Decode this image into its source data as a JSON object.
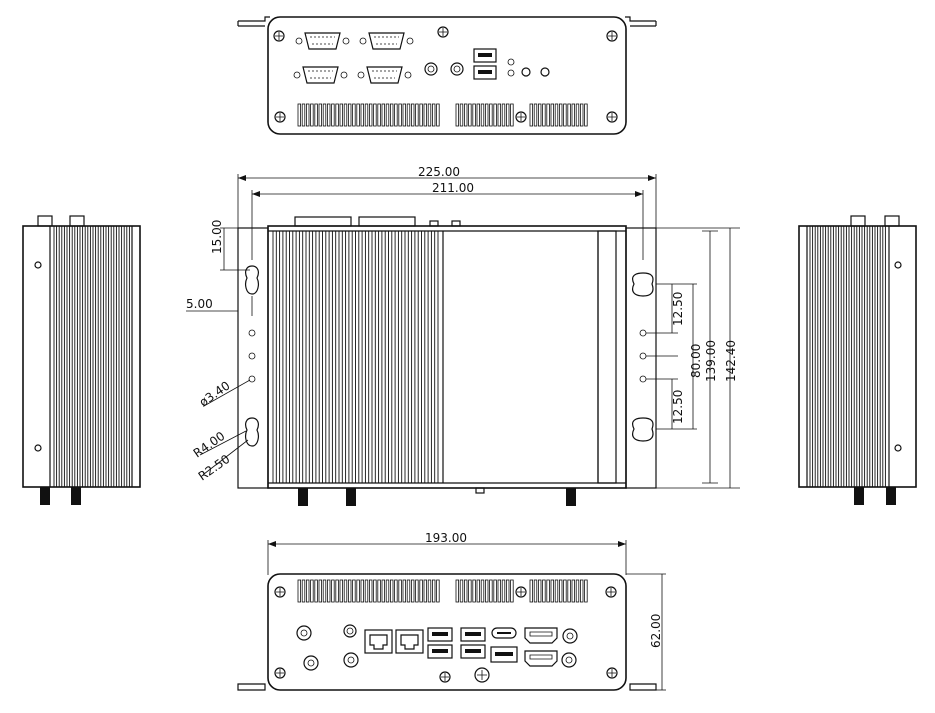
{
  "dimensions": {
    "overall_width": "225.00",
    "mount_pitch": "211.00",
    "mount_top": "15.00",
    "mount_left": "5.00",
    "hole_diameter": "ø3.40",
    "slot_radius_outer": "R4.00",
    "slot_radius_inner": "R2.50",
    "hole_spacing_top": "12.50",
    "hole_group_span": "80.00",
    "hole_spacing_bottom": "12.50",
    "body_depth": "139.00",
    "overall_depth": "142.40",
    "front_width": "193.00",
    "front_height": "62.00"
  },
  "colors": {
    "line": "#111111",
    "background": "#ffffff"
  }
}
